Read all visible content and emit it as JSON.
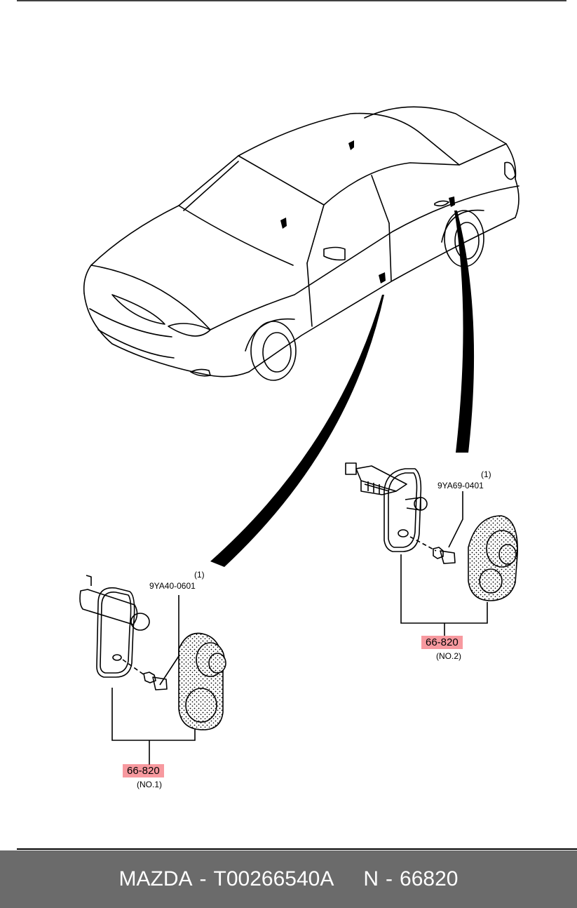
{
  "callouts": {
    "no1": {
      "qty": "(1)",
      "part_number": "9YA40-0601",
      "ref": "66-820",
      "sub": "(NO.1)"
    },
    "no2": {
      "qty": "(1)",
      "part_number": "9YA69-0401",
      "ref": "66-820",
      "sub": "(NO.2)"
    }
  },
  "footer": {
    "brand": "MAZDA",
    "sep1": "-",
    "doc_id": "T00266540A",
    "part_prefix": "N",
    "sep2": "-",
    "part_code": "66820"
  },
  "colors": {
    "highlight": "#f04650",
    "footer_bg": "#6b6b6b",
    "footer_text": "#ffffff"
  }
}
